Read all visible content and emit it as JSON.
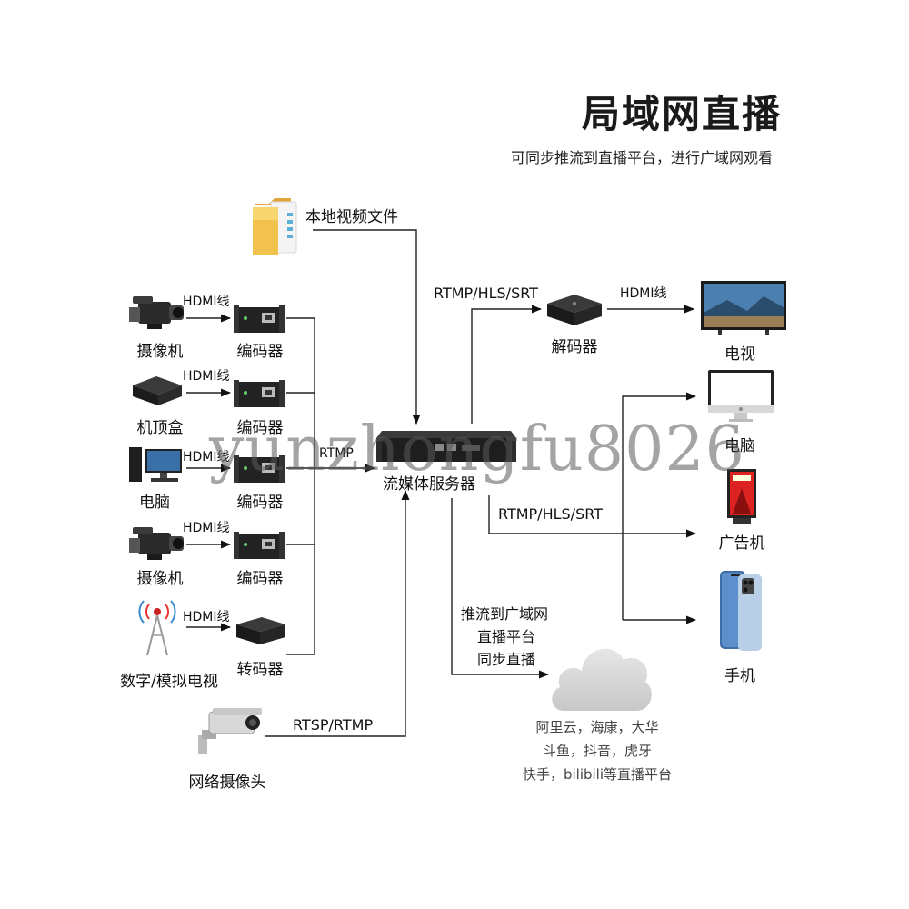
{
  "header": {
    "title": "局域网直播",
    "subtitle": "可同步推流到直播平台，进行广域网观看"
  },
  "local_file": {
    "label": "本地视频文件",
    "icon": "folder-icon"
  },
  "sources": [
    {
      "device": "摄像机",
      "cable": "HDMI线",
      "encoder": "编码器",
      "icon": "camcorder-icon"
    },
    {
      "device": "机顶盒",
      "cable": "HDMI线",
      "encoder": "编码器",
      "icon": "set-top-box-icon"
    },
    {
      "device": "电脑",
      "cable": "HDMI线",
      "encoder": "编码器",
      "icon": "desktop-pc-icon"
    },
    {
      "device": "摄像机",
      "cable": "HDMI线",
      "encoder": "编码器",
      "icon": "camcorder-icon"
    },
    {
      "device": "数字/模拟电视",
      "cable": "HDMI线",
      "encoder": "转码器",
      "icon": "antenna-icon"
    }
  ],
  "ip_camera": {
    "label": "网络摄像头",
    "protocol": "RTSP/RTMP",
    "icon": "ip-camera-icon"
  },
  "server": {
    "label": "流媒体服务器",
    "input_protocol": "RTMP"
  },
  "decoder": {
    "label": "解码器",
    "protocol": "RTMP/HLS/SRT",
    "cable": "HDMI线"
  },
  "outputs": {
    "protocol": "RTMP/HLS/SRT",
    "devices": [
      {
        "label": "电视",
        "icon": "tv-icon"
      },
      {
        "label": "电脑",
        "icon": "monitor-icon"
      },
      {
        "label": "广告机",
        "icon": "ad-kiosk-icon"
      },
      {
        "label": "手机",
        "icon": "smartphone-icon"
      }
    ]
  },
  "wan": {
    "push_lines": [
      "推流到广域网",
      "直播平台",
      "同步直播"
    ],
    "platform_lines": [
      "阿里云，海康，大华",
      "斗鱼，抖音，虎牙",
      "快手，bilibili等直播平台"
    ]
  },
  "watermark": "yunzhongfu8026"
}
